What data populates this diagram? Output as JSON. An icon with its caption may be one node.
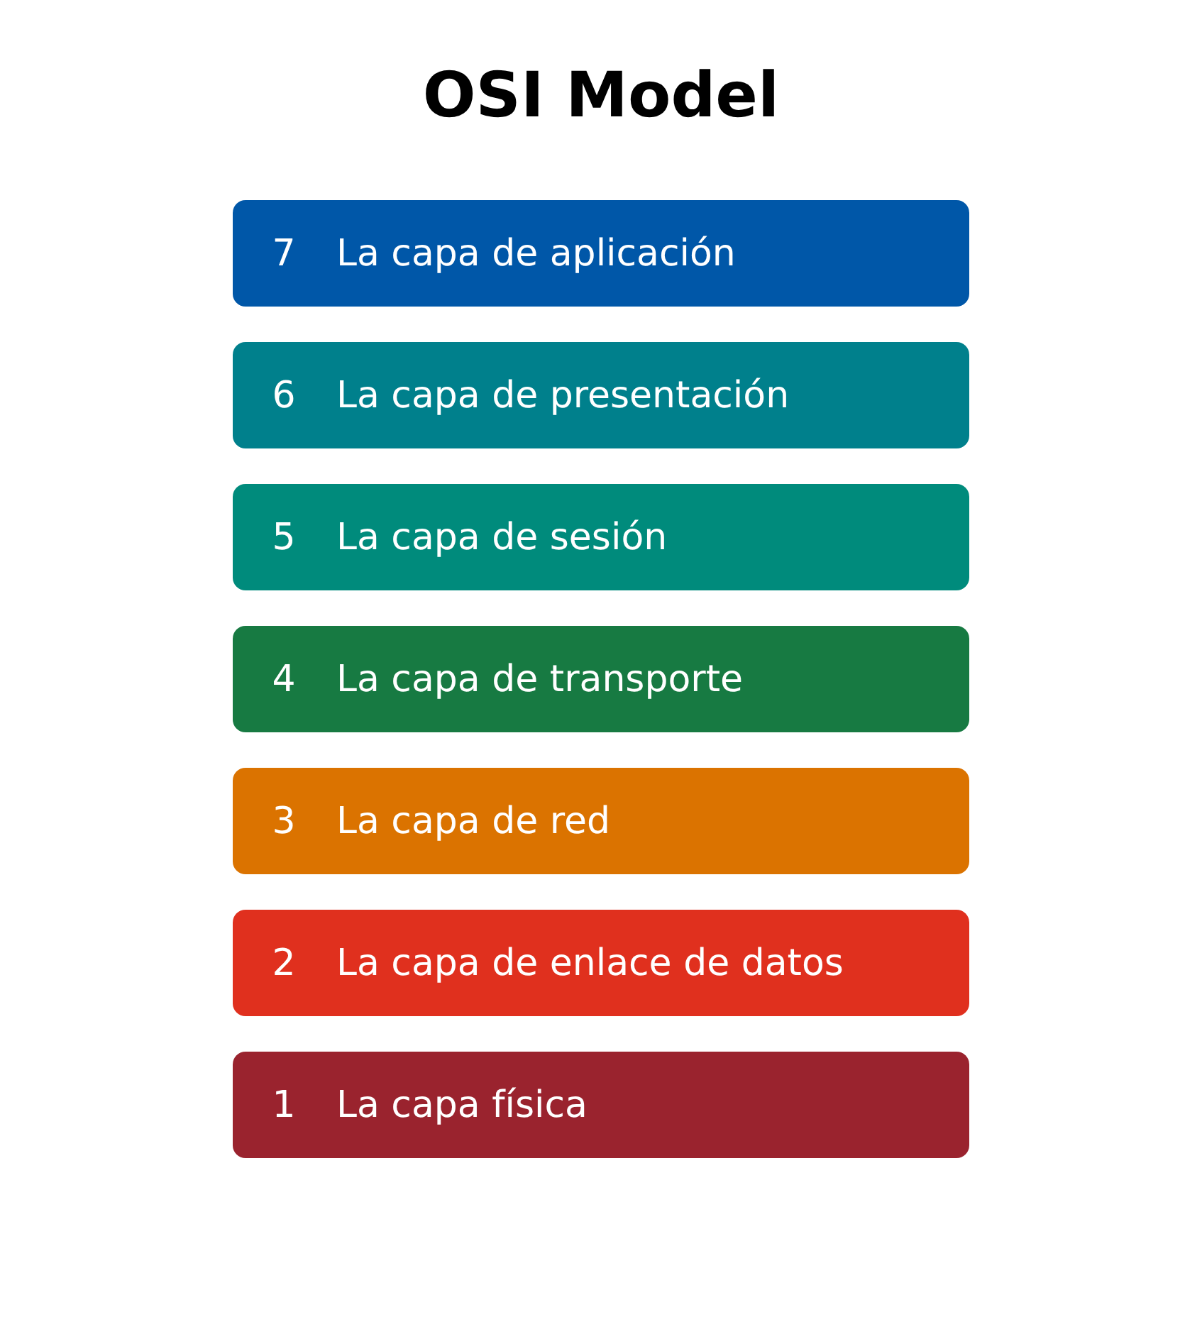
{
  "diagram": {
    "title": "OSI Model",
    "nodes": [
      {
        "text": [
          "7",
          "La capa de aplicación"
        ]
      },
      {
        "text": [
          "6",
          "La capa de presentación"
        ]
      },
      {
        "text": [
          "5",
          "La capa de sesión"
        ]
      },
      {
        "text": [
          "4",
          "La capa de transporte"
        ]
      },
      {
        "text": [
          "3",
          "La capa de red"
        ]
      },
      {
        "text": [
          "2",
          "La capa de enlace de datos"
        ]
      },
      {
        "text": [
          "1",
          "La capa física"
        ]
      }
    ],
    "edges": []
  }
}
